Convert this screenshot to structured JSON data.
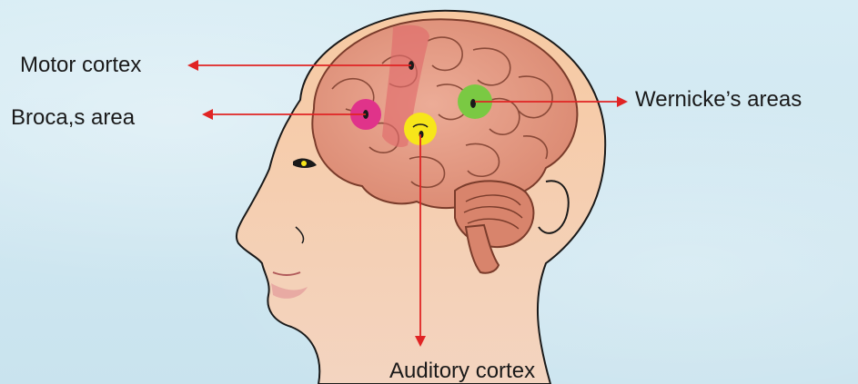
{
  "labels": {
    "motor_cortex": "Motor cortex",
    "brocas_area": "Broca,s area",
    "wernickes_areas": "Wernicke’s areas",
    "auditory_cortex": "Auditory cortex"
  },
  "colors": {
    "background": "#cfe6ef",
    "skin": "#f6c9a3",
    "brain": "#e49a86",
    "motor_strip": "#e06b6b",
    "broca_spot": "#e0338a",
    "wernicke_spot": "#7ac943",
    "auditory_spot": "#f7e61a",
    "arrow": "#e02424"
  }
}
